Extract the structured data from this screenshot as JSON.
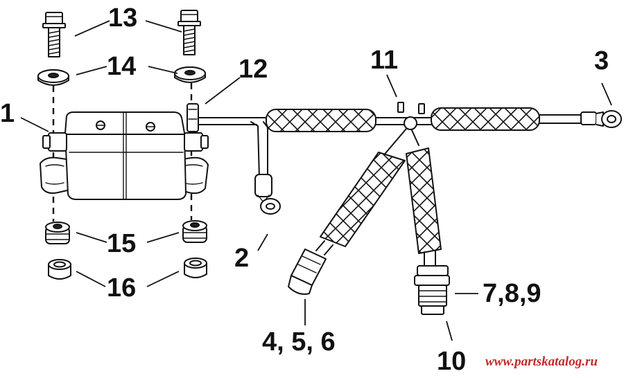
{
  "callouts": {
    "c1": "1",
    "c2": "2",
    "c3": "3",
    "c456": "4, 5, 6",
    "c789": "7,8,9",
    "c10": "10",
    "c11": "11",
    "c12": "12",
    "c13": "13",
    "c14": "14",
    "c15": "15",
    "c16": "16"
  },
  "watermark": "www.partskatalog.ru",
  "colors": {
    "line": "#111111",
    "background": "#ffffff",
    "watermark": "#c42a2a"
  }
}
